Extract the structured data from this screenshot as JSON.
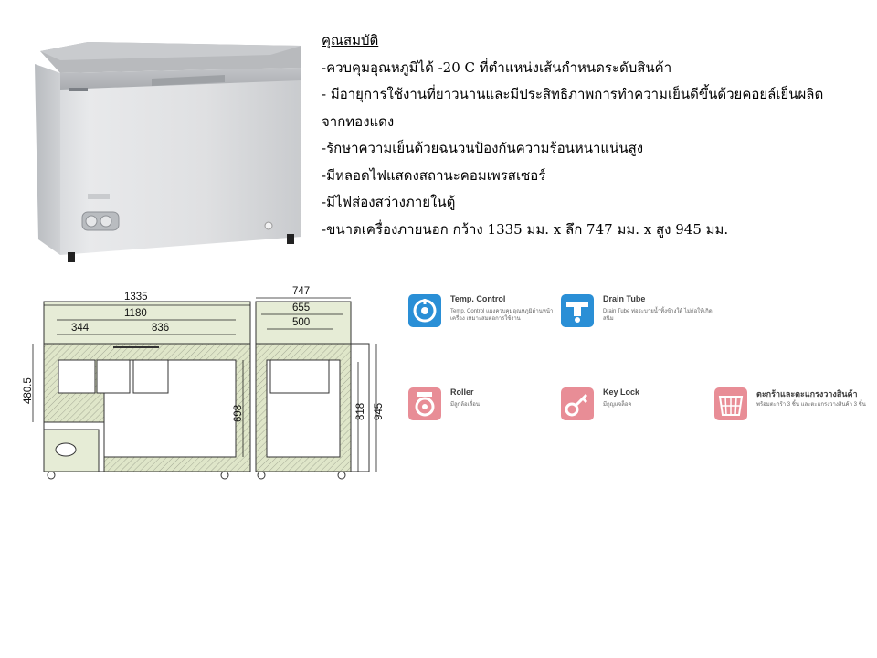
{
  "specs": {
    "heading": "คุณสมบัติ",
    "lines": [
      "-ควบคุมอุณหภูมิได้ -20 C ที่ตำแหน่งเส้นกำหนดระดับสินค้า",
      "- มีอายุการใช้งานที่ยาวนานและมีประสิทธิภาพการทำความเย็นดีขึ้นด้วยคอยล์เย็นผลิต",
      "จากทองแดง",
      "-รักษาความเย็นด้วยฉนวนป้องกันความร้อนหนาแน่นสูง",
      "-มีหลอดไฟแสดงสถานะคอมเพรสเซอร์",
      "-มีไฟส่องสว่างภายในตู้",
      "-ขนาดเครื่องภายนอก กว้าง 1335 มม. x ลึก 747 มม. x สูง 945 มม."
    ]
  },
  "drawing": {
    "front": {
      "w1": "1335",
      "w2": "1180",
      "w3": "344",
      "w4": "836",
      "h1": "480.5",
      "h2": "698"
    },
    "side": {
      "d1": "747",
      "d2": "655",
      "d3": "500",
      "h1": "818",
      "h2": "945"
    }
  },
  "features": [
    {
      "title": "Temp. Control",
      "desc": "Temp. Control แผงควบคุมอุณหภูมิด้านหน้าเครื่อง เหมาะสมต่อการใช้งาน",
      "icon": "dial-icon",
      "color": "#2a8fd6"
    },
    {
      "title": "Drain Tube",
      "desc": "Drain Tube ท่อระบายน้ำทิ้งข้างใต้ ไม่ก่อให้เกิดสนิม",
      "icon": "drain-tube-icon",
      "color": "#2a8fd6"
    },
    {
      "title": "Roller",
      "desc": "มีลูกล้อเลื่อน",
      "icon": "roller-icon",
      "color": "#e88d96"
    },
    {
      "title": "Key Lock",
      "desc": "มีกุญแจล็อค",
      "icon": "key-icon",
      "color": "#e88d96"
    },
    {
      "title": "ตะกร้าและตะแกรงวางสินค้า",
      "desc": "พร้อมตะกร้า 3 ชิ้น และตะแกรงวางสินค้า 3 ชิ้น",
      "icon": "basket-icon",
      "color": "#e88d96"
    }
  ]
}
